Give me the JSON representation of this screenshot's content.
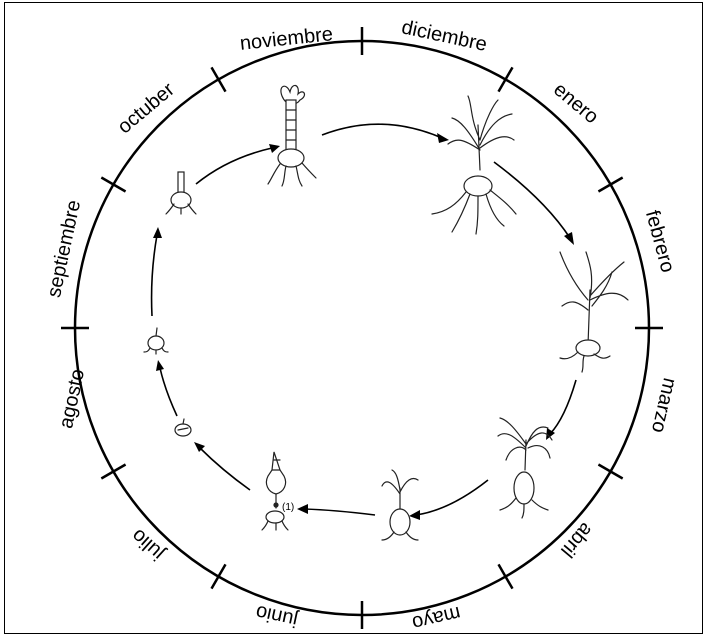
{
  "diagram": {
    "months": [
      {
        "key": "noviembre",
        "label": "noviembre"
      },
      {
        "key": "diciembre",
        "label": "diciembre"
      },
      {
        "key": "enero",
        "label": "enero"
      },
      {
        "key": "febrero",
        "label": "febrero"
      },
      {
        "key": "marzo",
        "label": "marzo"
      },
      {
        "key": "abril",
        "label": "abril"
      },
      {
        "key": "mayo",
        "label": "mayo"
      },
      {
        "key": "junio",
        "label": "junio"
      },
      {
        "key": "julio",
        "label": "julio"
      },
      {
        "key": "agosto",
        "label": "agosto"
      },
      {
        "key": "septiembre",
        "label": "septiembre"
      },
      {
        "key": "octuber",
        "label": "octuber"
      }
    ],
    "note": "(1)",
    "colors": {
      "line": "#000000",
      "plant": "#222222"
    }
  }
}
